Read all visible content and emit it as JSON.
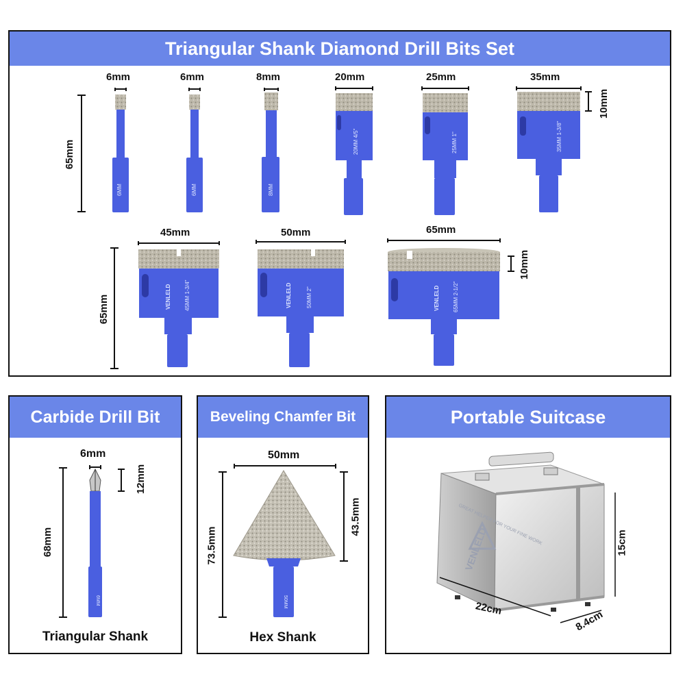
{
  "top": {
    "title": "Triangular Shank Diamond Drill Bits Set",
    "bits": [
      {
        "size": "6mm",
        "engraving": "6MM"
      },
      {
        "size": "6mm",
        "engraving": "6MM"
      },
      {
        "size": "8mm",
        "engraving": "8MM"
      },
      {
        "size": "20mm",
        "engraving": "20MM 4/5\""
      },
      {
        "size": "25mm",
        "engraving": "25MM 1\""
      },
      {
        "size": "35mm",
        "engraving": "35MM 1-3/8\""
      },
      {
        "size": "45mm",
        "engraving": "45MM 1-3/4\""
      },
      {
        "size": "50mm",
        "engraving": "50MM 2\""
      },
      {
        "size": "65mm",
        "engraving": "65MM 2-1/2\""
      }
    ],
    "height_row1": "65mm",
    "height_row2": "65mm",
    "segment_row1": "10mm",
    "segment_row2": "10mm",
    "brand": "VENLELD"
  },
  "carbide": {
    "title": "Carbide Drill Bit",
    "width": "6mm",
    "tip": "12mm",
    "length": "68mm",
    "caption": "Triangular Shank"
  },
  "chamfer": {
    "title": "Beveling Chamfer Bit",
    "width": "50mm",
    "total": "73.5mm",
    "cone": "43.5mm",
    "caption": "Hex Shank"
  },
  "case": {
    "title": "Portable Suitcase",
    "width": "22cm",
    "depth": "8.4cm",
    "height": "15cm",
    "brand": "VENLELD",
    "slogan": "GREAT HELPER FOR YOUR FINE WORK"
  },
  "colors": {
    "banner": "#6a86e8",
    "bit_blue": "#4a5fe0",
    "diamond": "#b9b4a6"
  }
}
